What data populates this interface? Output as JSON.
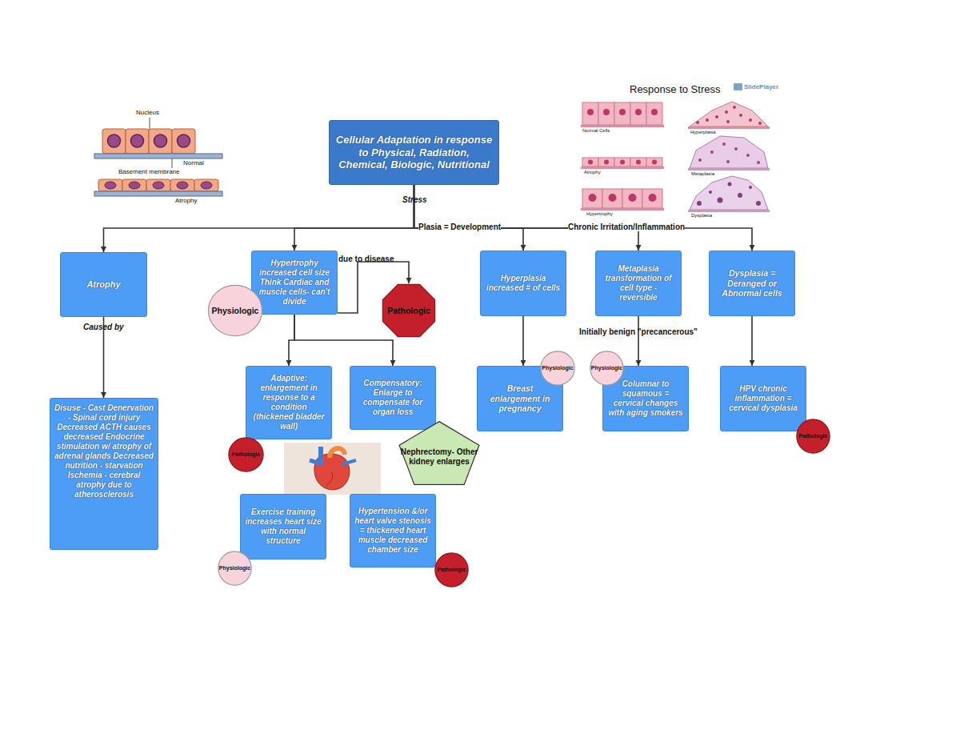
{
  "diagram": {
    "nodes": [
      {
        "text": [
          "Cellular Adaptation in response to Physical, Radiation, Chemical, Biologic, Nutritional"
        ]
      },
      {
        "text": [
          "Atrophy"
        ]
      },
      {
        "text": [
          "Hypertrophy increased cell size Think Cardiac and muscle cells- can't divide"
        ]
      },
      {
        "text": [
          "Physiologic"
        ]
      },
      {
        "text": [
          "Pathologic"
        ]
      },
      {
        "text": [
          "Hyperplasia increased # of cells"
        ]
      },
      {
        "text": [
          "Metaplasia transformation of cell type - reversible"
        ]
      },
      {
        "text": [
          "Dysplasia = Deranged or Abnormal cells"
        ]
      },
      {
        "text": [
          "Disuse - Cast Denervation - Spinal cord injury Decreased ACTH causes decreased Endocrine stimulation w/ atrophy of adrenal glands Decreased nutrition - starvation Ischemia - cerebral atrophy due to atherosclerosis"
        ]
      },
      {
        "text": [
          "Adaptive: enlargement in response to a condition (thickened bladder wall)"
        ]
      },
      {
        "text": [
          "Compensatory: Enlarge to compensate for organ loss"
        ]
      },
      {
        "text": [
          "Nephrectomy- Other kidney enlarges"
        ]
      },
      {
        "text": [
          "Pathologic"
        ]
      },
      {
        "text": [
          "Exercise training increases heart size with normal structure"
        ]
      },
      {
        "text": [
          "Physiologic"
        ]
      },
      {
        "text": [
          "Hypertension &/or heart valve stenosis = thickened heart muscle decreased chamber size"
        ]
      },
      {
        "text": [
          "Pathologic"
        ]
      },
      {
        "text": [
          "Breast enlargement in pregnancy"
        ]
      },
      {
        "text": [
          "Physiologic"
        ]
      },
      {
        "text": [
          "Physiologic"
        ]
      },
      {
        "text": [
          "Columnar to squamous = cervical changes with aging smokers"
        ]
      },
      {
        "text": [
          "HPV chronic inflammation = cervical dysplasia"
        ]
      },
      {
        "text": [
          "Pathologic"
        ]
      }
    ],
    "edges": [
      {
        "from": 0,
        "to": 1,
        "arrow": "to"
      },
      {
        "from": 0,
        "to": 2,
        "arrow": "to"
      },
      {
        "from": 0,
        "to": 5,
        "arrow": "to"
      },
      {
        "from": 0,
        "to": 6,
        "arrow": "to"
      },
      {
        "from": 0,
        "to": 7,
        "arrow": "to"
      },
      {
        "from": 1,
        "to": 8,
        "label": "Caused by",
        "arrow": "to"
      },
      {
        "from": 2,
        "to": 4,
        "label": "due to disease",
        "arrow": "to"
      },
      {
        "from": 2,
        "to": 9,
        "arrow": "to"
      },
      {
        "from": 2,
        "to": 10,
        "arrow": "to"
      },
      {
        "from": 5,
        "to": 17,
        "arrow": "to"
      },
      {
        "from": 6,
        "to": 20,
        "label": "Initially benign \"precancerous\"",
        "arrow": "to"
      },
      {
        "from": 7,
        "to": 21,
        "arrow": "to"
      }
    ],
    "labels": [
      "Stress",
      "Plasia = Development",
      "Chronic Irritation/Inflammation",
      "Nucleus",
      "Normal",
      "Basement membrane",
      "Atrophy",
      "Response to Stress",
      "SlidePlayer",
      "Normal Cells",
      "Hyperplasia",
      "Atrophy",
      "Metaplasia",
      "Hypertrophy",
      "Dysplasia"
    ]
  }
}
